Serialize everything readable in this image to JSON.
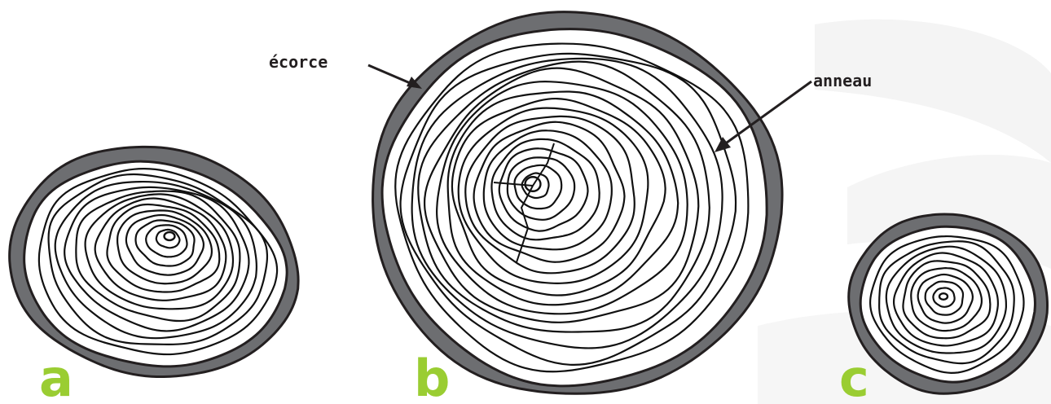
{
  "labels": {
    "bark": "écorce",
    "ring": "anneau"
  },
  "letters": {
    "a": "a",
    "b": "b",
    "c": "c"
  },
  "colors": {
    "bark": "#6d6e71",
    "wood": "#ffffff",
    "ring_line": "#111111",
    "outline": "#231f20",
    "letter": "#9acd32",
    "watermark": "#f4f4f4"
  }
}
